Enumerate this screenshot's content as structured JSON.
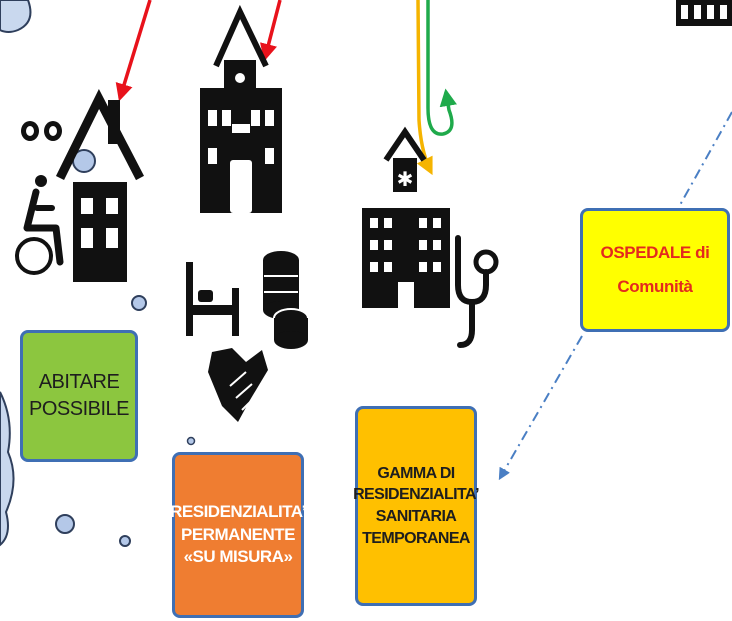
{
  "boxes": {
    "abitare": {
      "lines": [
        "ABITARE",
        "POSSIBILE"
      ],
      "fill": "#8cc63f"
    },
    "permanente": {
      "lines": [
        "RESIDENZIALITA’",
        "PERMANENTE",
        "«SU MISURA»"
      ],
      "fill": "#ef7d31"
    },
    "gamma": {
      "lines": [
        "GAMMA DI",
        "RESIDENZIALITA’",
        "SANITARIA",
        "TEMPORANEA"
      ],
      "fill": "#ffc000"
    },
    "ospedale": {
      "lines": [
        "OSPEDALE di",
        "Comunità"
      ],
      "fill": "#ffff00"
    }
  },
  "icons": [
    "eyes-icon",
    "wheelchair-icon",
    "house-icon",
    "town-hall-icon",
    "bed-icon",
    "coin-stack-icon",
    "handshake-icon",
    "hospital-icon",
    "stethoscope-icon"
  ],
  "colors": {
    "border": "#3f6fb4",
    "arrow_red": "#e8121b",
    "arrow_yellow": "#f5b400",
    "arrow_green": "#1faa4b",
    "dashdot_arrow": "#4a7fc4",
    "bubble_fill": "#b4c8e8",
    "bubble_stroke": "#2f3f5c"
  }
}
